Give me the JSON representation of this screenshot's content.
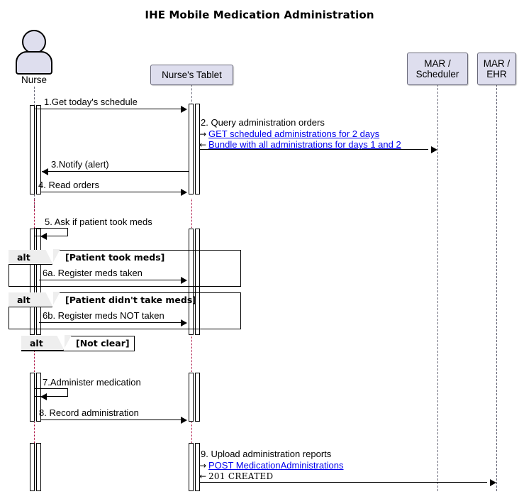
{
  "diagram": {
    "title": "IHE Mobile Medication Administration",
    "type": "uml-sequence-diagram"
  },
  "participants": [
    {
      "id": "nurse",
      "kind": "actor",
      "label": "Nurse"
    },
    {
      "id": "tablet",
      "kind": "participant",
      "label": "Nurse's Tablet"
    },
    {
      "id": "scheduler",
      "kind": "participant",
      "label": "MAR /\nScheduler"
    },
    {
      "id": "ehr",
      "kind": "participant",
      "label": "MAR /\nEHR"
    }
  ],
  "messages": [
    {
      "id": "m1",
      "label": "1.Get today's schedule",
      "from": "nurse",
      "to": "tablet",
      "dir": "right"
    },
    {
      "id": "m2",
      "label": "2. Query administration orders",
      "from": "tablet",
      "to": "scheduler",
      "dir": "right",
      "details": [
        {
          "arrow": "→",
          "text": "GET scheduled administrations for 2 days",
          "style": "link"
        },
        {
          "arrow": "←",
          "text": "Bundle with all administrations for days 1 and 2",
          "style": "link"
        }
      ]
    },
    {
      "id": "m3",
      "label": "3.Notify (alert)",
      "from": "tablet",
      "to": "nurse",
      "dir": "left"
    },
    {
      "id": "m4",
      "label": "4. Read orders",
      "from": "nurse",
      "to": "tablet",
      "dir": "right"
    },
    {
      "id": "m5",
      "label": "5. Ask if patient took meds",
      "from": "nurse",
      "to": "nurse",
      "dir": "self"
    },
    {
      "id": "m6a",
      "label": "6a. Register meds taken",
      "from": "nurse",
      "to": "tablet",
      "dir": "right"
    },
    {
      "id": "m6b",
      "label": "6b. Register meds NOT taken",
      "from": "nurse",
      "to": "tablet",
      "dir": "right"
    },
    {
      "id": "m7",
      "label": "7.Administer medication",
      "from": "nurse",
      "to": "nurse",
      "dir": "self"
    },
    {
      "id": "m8",
      "label": "8. Record administration",
      "from": "nurse",
      "to": "tablet",
      "dir": "right"
    },
    {
      "id": "m9",
      "label": "9. Upload administration reports",
      "from": "tablet",
      "to": "ehr",
      "dir": "right",
      "details": [
        {
          "arrow": "→",
          "text": "POST MedicationAdministrations",
          "style": "link"
        },
        {
          "arrow": "←",
          "text": "201  CREATED",
          "style": "mono"
        }
      ]
    }
  ],
  "fragments": [
    {
      "id": "alt1",
      "keyword": "alt",
      "condition": "[Patient took meds]"
    },
    {
      "id": "alt2",
      "keyword": "alt",
      "condition": "[Patient didn't take meds]"
    },
    {
      "id": "alt3",
      "keyword": "alt",
      "condition": "[Not clear]"
    }
  ],
  "colors": {
    "participant_fill": "#DEDEEE",
    "participant_border": "#6a6a7a",
    "fragment_tab_fill": "#EEEEEE",
    "link_text": "#0000EE",
    "lifeline_dashed": "#6a6a7a",
    "lifeline_dotted": "#A80036",
    "line": "#000000",
    "background": "#FFFFFF"
  }
}
